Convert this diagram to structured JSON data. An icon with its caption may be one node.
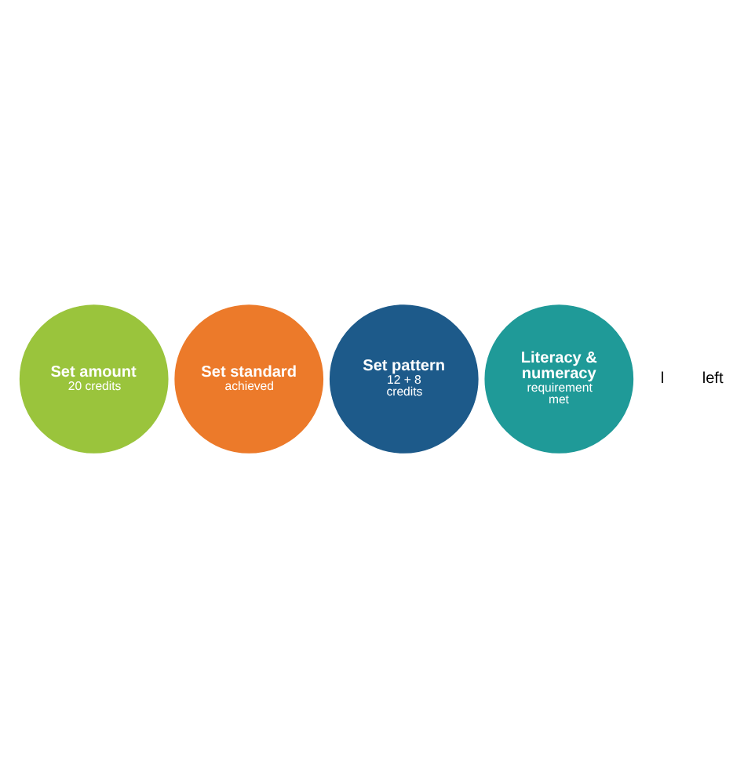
{
  "diagram": {
    "nodes": [
      {
        "text": [
          "Set amount",
          "20 credits"
        ]
      },
      {
        "text": [
          "Set standard",
          "achieved"
        ]
      },
      {
        "text": [
          "Set pattern",
          "12 + 8 credits"
        ]
      },
      {
        "text": [
          "Literacy & numeracy",
          "requirement met"
        ]
      }
    ],
    "labels": [
      "l",
      "left"
    ]
  }
}
